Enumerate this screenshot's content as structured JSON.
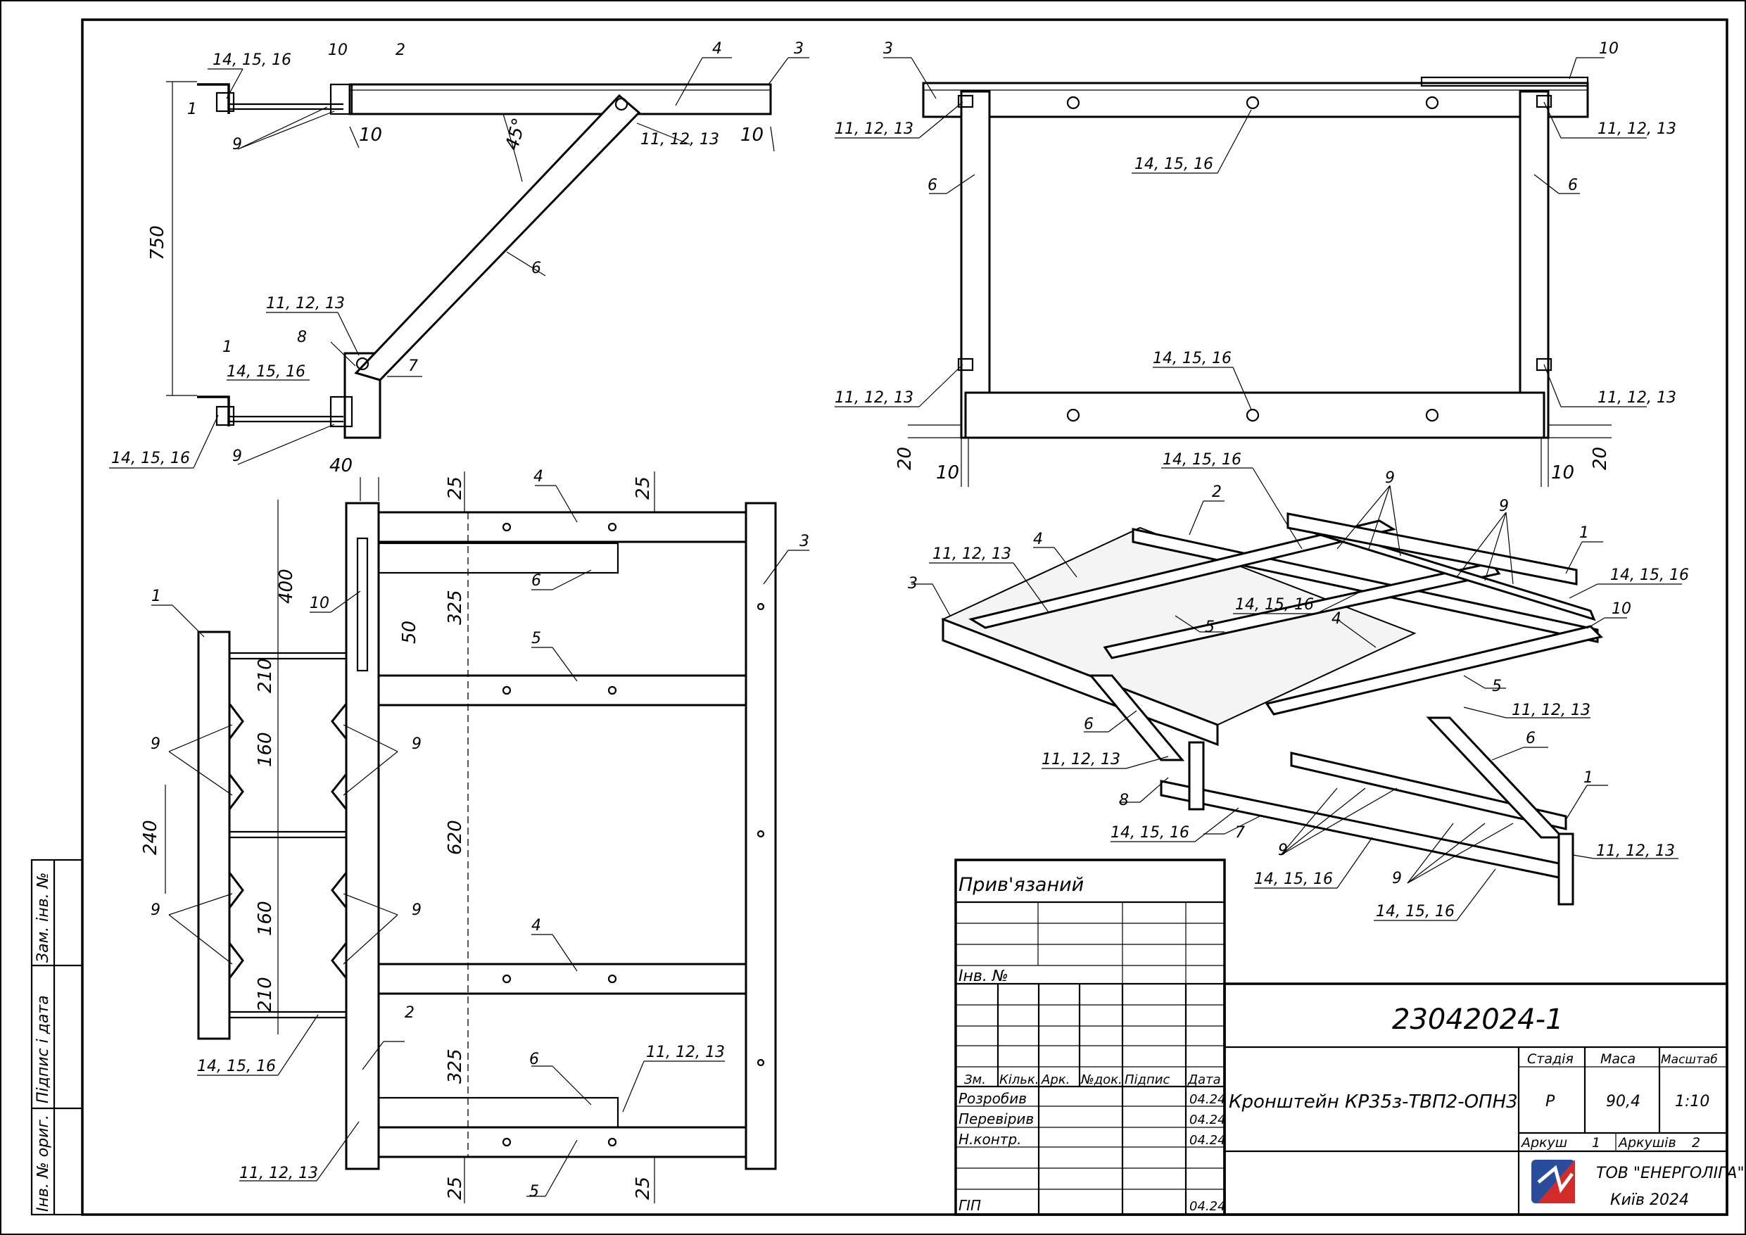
{
  "drawing": {
    "number": "23042024-1",
    "title": "Кронштейн КР35з-ТВП2-ОПН3",
    "stage_header": "Стадія",
    "stage_value": "Р",
    "mass_header": "Маса",
    "mass_value": "90,4",
    "scale_header": "Масштаб",
    "scale_value": "1:10",
    "sheet_label": "Аркуш",
    "sheet_value": "1",
    "sheets_label": "Аркушів",
    "sheets_value": "2",
    "company": "ТОВ \"ЕНЕРГОЛІГА\"",
    "city_year": "Київ 2024",
    "linked_label": "Прив'язаний",
    "inv_label": "Інв. №",
    "columns": [
      "Зм.",
      "Кільк.",
      "Арк.",
      "№док.",
      "Підпис",
      "Дата"
    ],
    "roles": [
      {
        "role": "Розробив",
        "date": "04.24"
      },
      {
        "role": "Перевірив",
        "date": "04.24"
      },
      {
        "role": "Н.контр.",
        "date": "04.24"
      },
      {
        "role": "ГІП",
        "date": "04.24"
      }
    ],
    "side_stamp": [
      "Інв. № ориг.",
      "Підпис і дата",
      "Зам. інв. №"
    ]
  },
  "side_view": {
    "callouts": [
      "14, 15, 16",
      "10",
      "2",
      "4",
      "3",
      "1",
      "9",
      "10",
      "11, 12, 13",
      "10",
      "6",
      "11, 12, 13",
      "8",
      "7",
      "1",
      "14, 15, 16",
      "14, 15, 16",
      "9"
    ],
    "dim_height": "750",
    "angle": "45°"
  },
  "plan_view": {
    "callouts": [
      "3",
      "10",
      "11, 12, 13",
      "11, 12, 13",
      "14, 15, 16",
      "6",
      "6",
      "14, 15, 16",
      "11, 12, 13",
      "11, 12, 13"
    ],
    "dims": [
      "20",
      "10",
      "10",
      "20"
    ]
  },
  "front_view": {
    "callouts": [
      "4",
      "3",
      "6",
      "10",
      "1",
      "5",
      "9",
      "9",
      "9",
      "9",
      "4",
      "2",
      "6",
      "11, 12, 13",
      "14, 15, 16",
      "11, 12, 13",
      "5"
    ],
    "dims": [
      "40",
      "25",
      "25",
      "400",
      "325",
      "50",
      "210",
      "160",
      "240",
      "620",
      "160",
      "210",
      "325",
      "25",
      "25"
    ]
  },
  "iso_view": {
    "callouts": [
      "14, 15, 16",
      "2",
      "9",
      "9",
      "1",
      "11, 12, 13",
      "4",
      "14, 15, 16",
      "3",
      "14, 15, 16",
      "10",
      "5",
      "4",
      "5",
      "11, 12, 13",
      "6",
      "6",
      "11, 12, 13",
      "8",
      "1",
      "14, 15, 16",
      "7",
      "9",
      "11, 12, 13",
      "14, 15, 16",
      "9",
      "14, 15, 16"
    ]
  },
  "logo_colors": {
    "blue": "#2b4c9b",
    "red": "#d32a2a"
  }
}
